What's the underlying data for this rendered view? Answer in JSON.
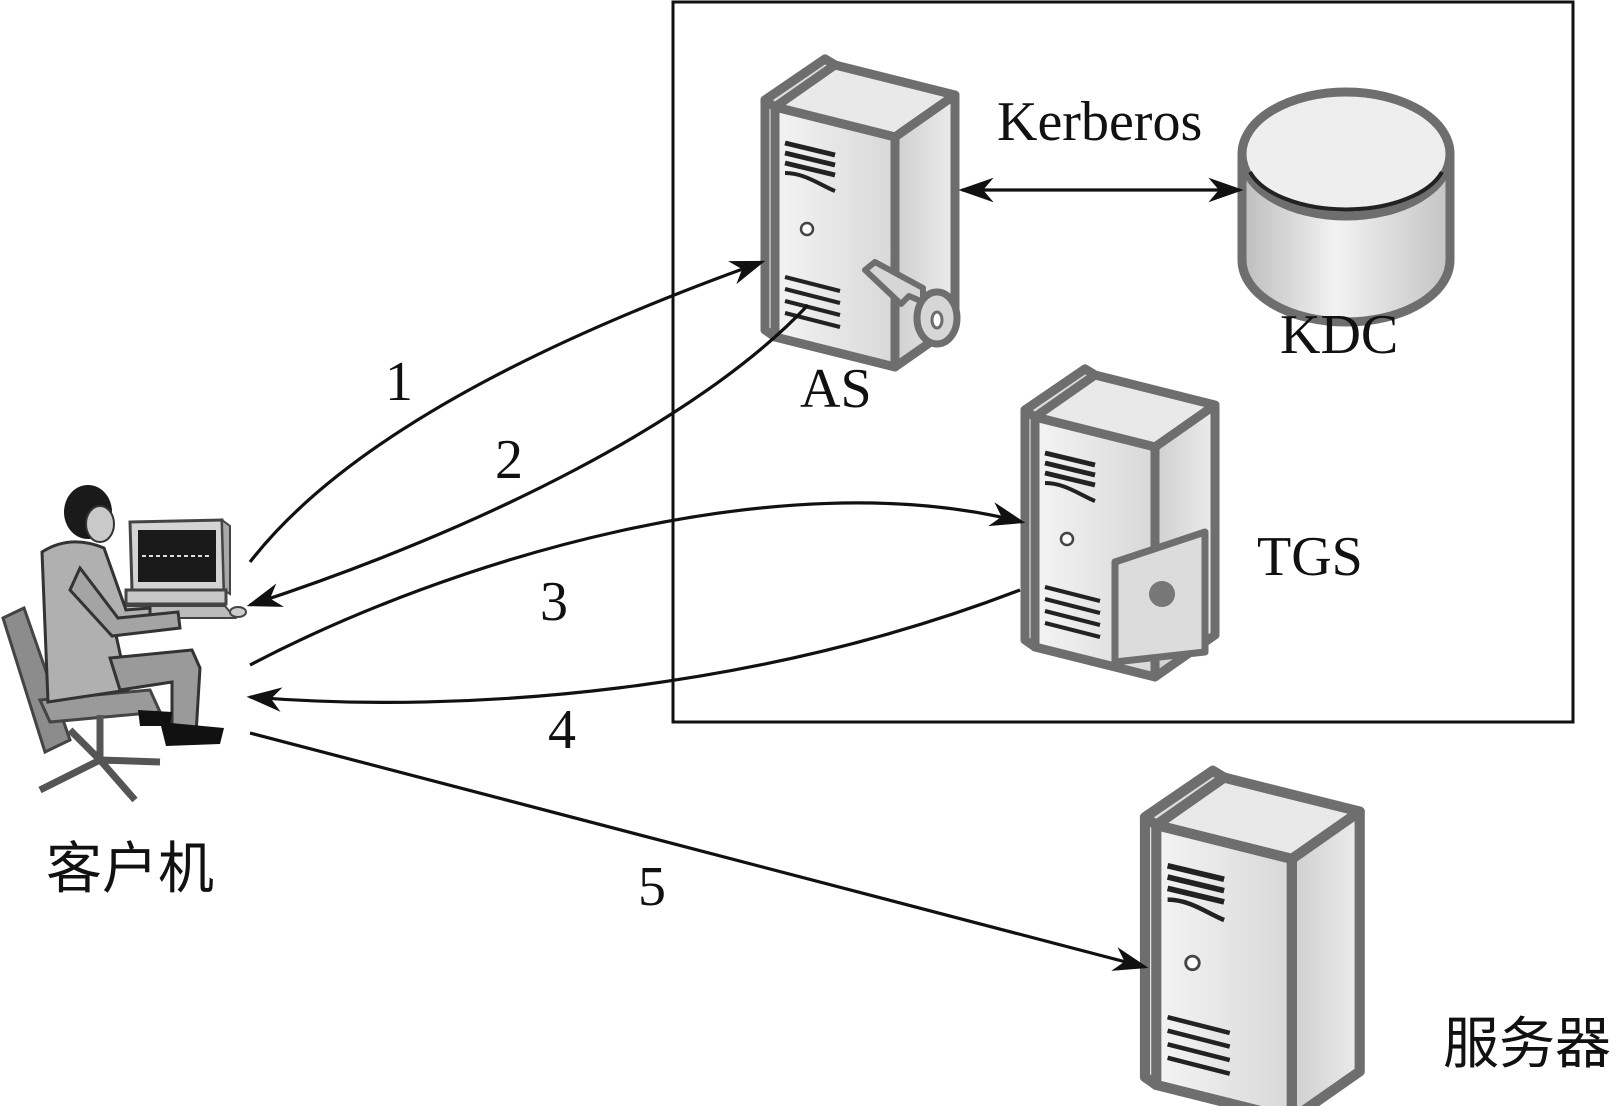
{
  "diagram": {
    "kerberos_label": "Kerberos",
    "nodes": {
      "as": "AS",
      "kdc": "KDC",
      "tgs": "TGS",
      "client": "客户机",
      "server": "服务器"
    },
    "steps": [
      "1",
      "2",
      "3",
      "4",
      "5"
    ]
  },
  "colors": {
    "line": "#111111",
    "server_fill": "#e6e6e6",
    "server_stroke": "#6e6e6e"
  },
  "icons": [
    "user-at-computer-icon",
    "server-icon",
    "key-icon",
    "ticket-icon",
    "database-cylinder-icon"
  ]
}
